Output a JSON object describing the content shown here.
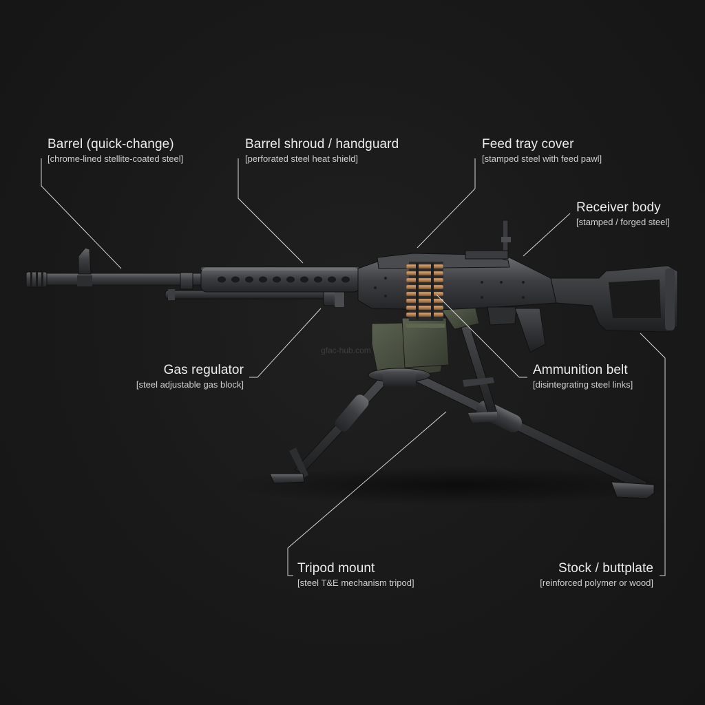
{
  "labels": {
    "barrel": {
      "name": "Barrel (quick-change)",
      "material": "[chrome-lined stellite-coated steel]"
    },
    "shroud": {
      "name": "Barrel shroud / handguard",
      "material": "[perforated steel heat shield]"
    },
    "feed_cover": {
      "name": "Feed tray cover",
      "material": "[stamped steel with feed pawl]"
    },
    "receiver": {
      "name": "Receiver body",
      "material": "[stamped / forged steel]"
    },
    "gas": {
      "name": "Gas regulator",
      "material": "[steel adjustable gas block]"
    },
    "ammo": {
      "name": "Ammunition belt",
      "material": "[disintegrating steel links]"
    },
    "tripod": {
      "name": "Tripod mount",
      "material": "[steel T&E mechanism tripod]"
    },
    "stock": {
      "name": "Stock / buttplate",
      "material": "[reinforced polymer or wood]"
    }
  },
  "watermark": "gfac-hub.com",
  "colors": {
    "background": "#1a1a1a",
    "gunmetal": "#3c3d3f",
    "olive": "#4c5244",
    "brass": "#b8865a",
    "leader_line": "#d6d6d6"
  }
}
